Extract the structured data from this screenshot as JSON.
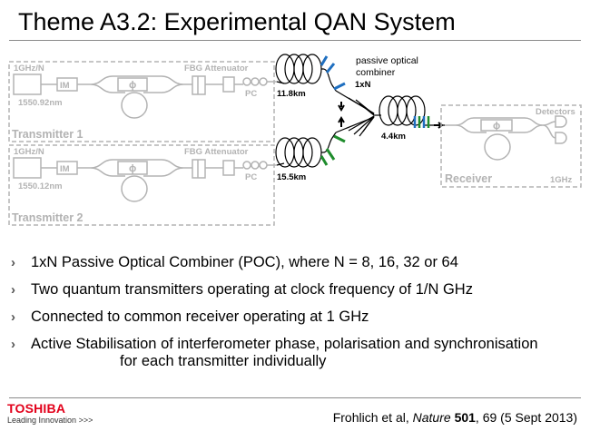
{
  "slide": {
    "title": "Theme A3.2: Experimental QAN System"
  },
  "diagram": {
    "tx1": {
      "clock": "1GHz/N",
      "wavelength": "1550.92nm",
      "modulator": "IM",
      "phase": "ϕ",
      "fbg_label": "FBG Attenuator",
      "pc": "PC",
      "name": "Transmitter 1"
    },
    "tx2": {
      "clock": "1GHz/N",
      "wavelength": "1550.12nm",
      "modulator": "IM",
      "phase": "ϕ",
      "fbg_label": "FBG Attenuator",
      "pc": "PC",
      "name": "Transmitter 2"
    },
    "fiber1_label": "11.8km",
    "fiber2_label": "15.5km",
    "combiner_label": "passive optical combiner",
    "combiner_ratio": "1xN",
    "fiber3_label": "4.4km",
    "receiver": {
      "name": "Receiver",
      "phase": "ϕ",
      "detectors": "Detectors",
      "clock": "1GHz"
    }
  },
  "bullets": [
    {
      "text": "1xN Passive Optical Combiner (POC), where N = 8, 16, 32 or 64"
    },
    {
      "text": "Two quantum transmitters operating at clock frequency of 1/N GHz"
    },
    {
      "text": "Connected to common receiver operating at 1 GHz"
    },
    {
      "text": "Active Stabilisation of interferometer phase, polarisation and synchronisation",
      "continuation": "for each transmitter individually"
    }
  ],
  "footer": {
    "logo_brand": "TOSHIBA",
    "logo_tagline": "Leading Innovation >>>",
    "citation": {
      "authors": "Frohlich et al, ",
      "journal": "Nature",
      "volume": "501",
      "rest": ", 69 (5 Sept 2013)"
    }
  },
  "colors": {
    "faded": "#b3b3b3",
    "blue": "#1f6fc0",
    "green": "#1e8c2c",
    "brand_red": "#e2001a"
  }
}
